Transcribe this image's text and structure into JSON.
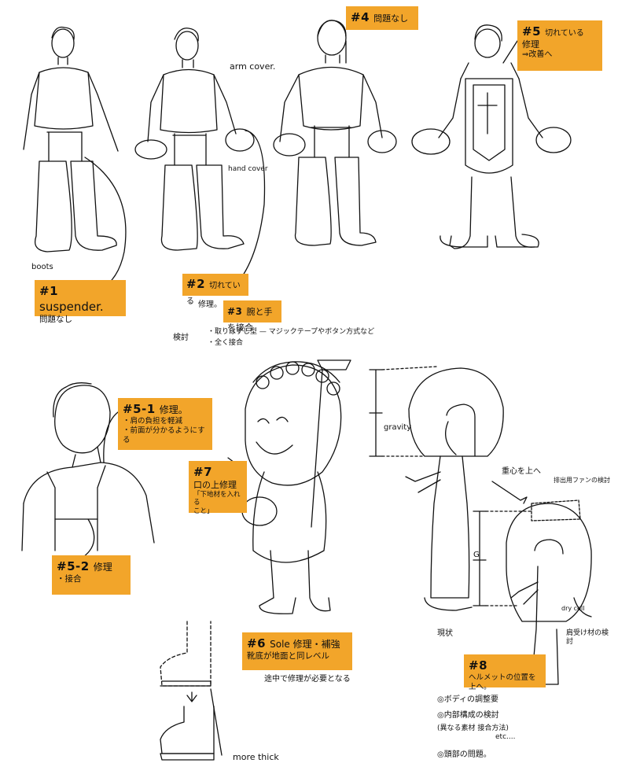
{
  "labels": {
    "arm_cover": "arm cover.",
    "hand_cover": "hand cover",
    "boots": "boots",
    "gravity": "gravity",
    "move_center_up": "重心を上へ",
    "exhaust_fan": "排出用ファンの検討",
    "g_mark": "G",
    "dry_cell": "dry cell",
    "current": "現状",
    "shoulder_material": "肩受け材の検討",
    "more_thick": "more thick"
  },
  "notes": {
    "n1": {
      "num": "#1",
      "title": "suspender.",
      "line1": "問題なし"
    },
    "n2": {
      "num": "#2",
      "title": "切れている",
      "line1": "修理。"
    },
    "n3": {
      "num": "#3",
      "title": "腕と手を接合"
    },
    "n4": {
      "num": "#4",
      "title": "問題なし"
    },
    "n5": {
      "num": "#5",
      "title": "切れている",
      "line1": "修理",
      "line2": "⇒改善へ"
    },
    "n51": {
      "num": "#5-1",
      "title": "修理。",
      "line1": "・肩の負担を軽減",
      "line2": "・前面が分かるようにする"
    },
    "n52": {
      "num": "#5-2",
      "title": "修理",
      "line1": "・接合"
    },
    "n7": {
      "num": "#7",
      "title": "口の上修理",
      "line1": "「下地材を入れる",
      "line2": "こと」"
    },
    "n6": {
      "num": "#6",
      "title": "Sole 修理・補強",
      "line1": "靴底が地面と同レベル"
    },
    "n8": {
      "num": "#8",
      "title": "ヘルメットの位置を",
      "line1": "上へ。"
    }
  },
  "review": {
    "label": "検討",
    "opt1": "・取りはずし型 — マジックテープやボタン方式など",
    "opt2": "・全く接合"
  },
  "sole_note": "途中で修理が必要となる",
  "n8_list": {
    "item1": "◎ボディの調整要",
    "item2": "◎内部構成の検討",
    "item3": "(異なる素材 接合方法)",
    "item4": "etc....",
    "item5": "◎頭部の問題。"
  }
}
